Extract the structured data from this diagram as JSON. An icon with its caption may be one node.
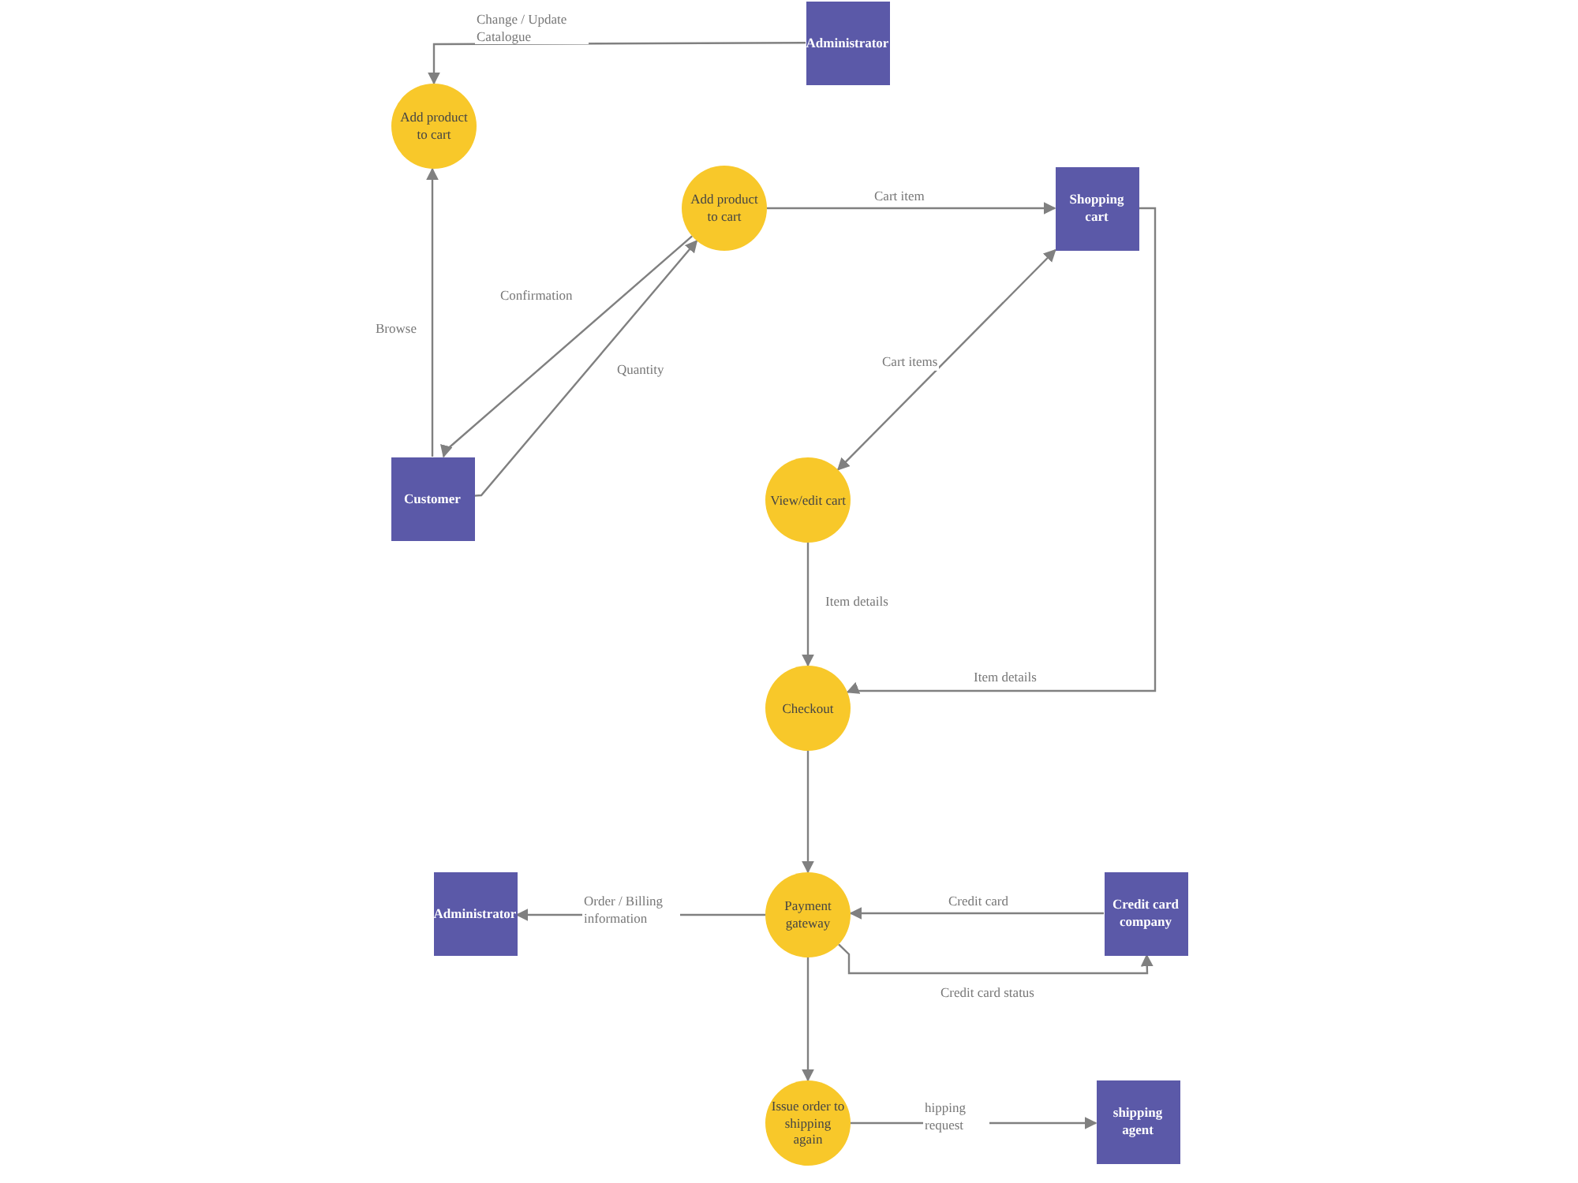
{
  "diagram": {
    "nodes": [
      {
        "text": [
          "Administrator"
        ]
      },
      {
        "text": [
          "Add product to cart"
        ]
      },
      {
        "text": [
          "Add product to cart"
        ]
      },
      {
        "text": [
          "Shopping cart"
        ]
      },
      {
        "text": [
          "Customer"
        ]
      },
      {
        "text": [
          "View/edit cart"
        ]
      },
      {
        "text": [
          "Checkout"
        ]
      },
      {
        "text": [
          "Administrator"
        ]
      },
      {
        "text": [
          "Payment gateway"
        ]
      },
      {
        "text": [
          "Credit card company"
        ]
      },
      {
        "text": [
          "Issue order to shipping again"
        ]
      },
      {
        "text": [
          "shipping agent"
        ]
      }
    ],
    "edges": [
      {
        "from": 0,
        "to": 1,
        "arrow": "to",
        "label": "Change / Update Catalogue"
      },
      {
        "from": 4,
        "to": 1,
        "arrow": "to",
        "label": "Browse"
      },
      {
        "from": 2,
        "to": 4,
        "arrow": "to",
        "label": "Confirmation"
      },
      {
        "from": 4,
        "to": 2,
        "arrow": "to",
        "label": "Quantity"
      },
      {
        "from": 2,
        "to": 3,
        "arrow": "to",
        "label": "Cart item"
      },
      {
        "from": 3,
        "to": 5,
        "arrow": "both",
        "label": "Cart items"
      },
      {
        "from": 5,
        "to": 6,
        "arrow": "to",
        "label": "Item details"
      },
      {
        "from": 3,
        "to": 6,
        "arrow": "to",
        "label": "Item details"
      },
      {
        "from": 6,
        "to": 8,
        "arrow": "to"
      },
      {
        "from": 8,
        "to": 7,
        "arrow": "to",
        "label": "Order / Billing information"
      },
      {
        "from": 9,
        "to": 8,
        "arrow": "to",
        "label": "Credit card"
      },
      {
        "from": 8,
        "to": 9,
        "arrow": "to",
        "label": "Credit card status"
      },
      {
        "from": 8,
        "to": 10,
        "arrow": "to"
      },
      {
        "from": 10,
        "to": 11,
        "arrow": "to",
        "label": "hipping request"
      }
    ]
  }
}
